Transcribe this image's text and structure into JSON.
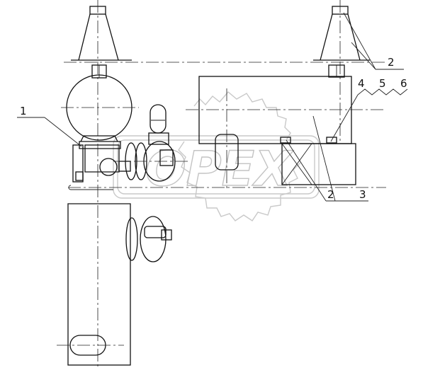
{
  "watermark": {
    "text": "OPEX",
    "color": "#c4c4c4"
  },
  "callouts": [
    {
      "id": "c1-left",
      "label": "1"
    },
    {
      "id": "c2-top",
      "label": "2"
    },
    {
      "id": "c4",
      "label": "4"
    },
    {
      "id": "c5",
      "label": "5"
    },
    {
      "id": "c6",
      "label": "6"
    },
    {
      "id": "c2-bottom",
      "label": "2"
    },
    {
      "id": "c3",
      "label": "3"
    }
  ],
  "line_color": "#111111"
}
